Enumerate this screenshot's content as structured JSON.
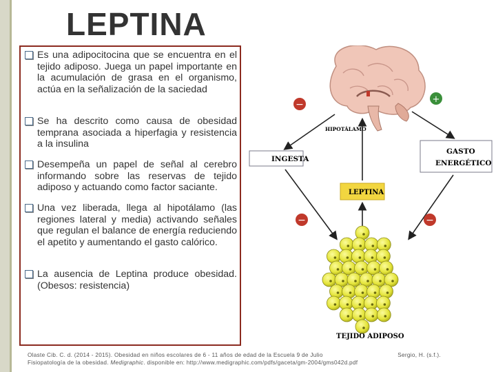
{
  "slide": {
    "title": "LEPTINA",
    "bullets": [
      "Es una adipocitocina que se encuentra en el tejido adiposo. Juega un papel importante en la acumulación de grasa en el organismo, actúa en la señalización de la saciedad",
      "Se ha descrito como causa de obesidad temprana asociada a hiperfagia y resistencia a la insulina",
      "Desempeña un papel de señal al cerebro informando sobre las reservas de tejido adiposo y actuando como factor saciante.",
      "Una vez liberada, llega al hipotálamo (las regiones lateral y media) activando señales que regulan el balance de energía reduciendo el apetito y aumentando el gasto calórico.",
      "La ausencia de Leptina produce obesidad. (Obesos: resistencia)"
    ],
    "citation_line1_a": "Olaste Cib. C. d. (2014 - 2015). Obesidad en niños escolares de 6 - 11 años de edad de la Escuela 9 de Julio",
    "citation_line1_b": "Sergio, H. (s.f.).",
    "citation_line2_a": "Fisiopatología de la obesidad. ",
    "citation_line2_journal": "Medigraphic",
    "citation_line2_b": ". disponible en: http://www.medigraphic.com/pdfs/gaceta/gm-2004/gms042d.pdf"
  },
  "diagram": {
    "hipotalamo_label": "HIPOTÁLAMO",
    "ingesta_label": "INGESTA",
    "gasto_label_1": "GASTO",
    "gasto_label_2": "ENERGÉTICO",
    "leptina_label": "LEPTINA",
    "tejido_label": "TEJIDO ADIPOSO",
    "minus_sign": "−",
    "plus_sign": "+",
    "colors": {
      "minus_circle": "#c0392b",
      "plus_circle": "#3a8f3a",
      "leptina_box": "#f2d640",
      "fat_cell": "#e8e84a",
      "arrow": "#222222"
    }
  }
}
